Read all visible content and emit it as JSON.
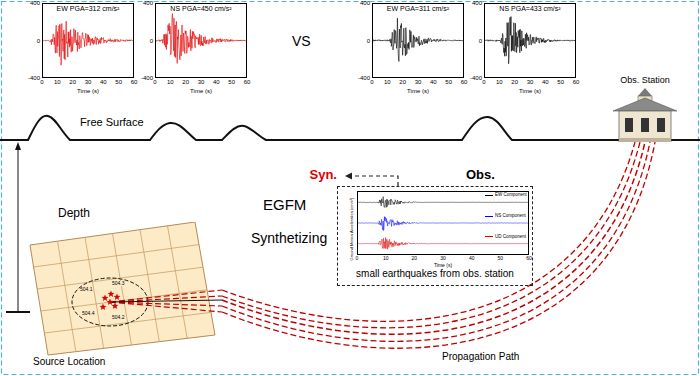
{
  "diagram": {
    "nodes": [
      {
        "text": [
          "Syn."
        ]
      },
      {
        "text": [
          "EW PGA=312 cm/s²",
          "Time (s)"
        ],
        "in": 0
      },
      {
        "text": [
          "NS PGA=450 cm/s²",
          "Time (s)"
        ],
        "in": 0
      },
      {
        "text": [
          "EW PGA=311 cm/s²",
          "Time (s)"
        ]
      },
      {
        "text": [
          "NS PGA=433 cm/s²",
          "Time (s)"
        ]
      },
      {
        "text": [
          "EGFM",
          "Synthetizing",
          "small earthquakes from obs. station"
        ]
      },
      {
        "text": [
          "Ground Motion Acceleration (cm/s²)",
          "Time (s)"
        ],
        "in": 5
      },
      {
        "text": [
          "Source Location"
        ]
      },
      {
        "text": [
          "Obs. Station"
        ]
      }
    ],
    "edges": [
      {
        "from": 5,
        "to": 0,
        "arrow": "to"
      },
      {
        "from": 7,
        "to": 8,
        "arrow": "none"
      }
    ],
    "labels": [
      "VS",
      "Obs.",
      "Free Surface",
      "Depth",
      "Propagation Path",
      "400",
      "0",
      "-400",
      "0",
      "10",
      "20",
      "30",
      "40",
      "50",
      "60",
      "400",
      "0",
      "-400",
      "0",
      "10",
      "20",
      "30",
      "40",
      "50",
      "60",
      "400",
      "0",
      "-400",
      "0",
      "10",
      "20",
      "30",
      "40",
      "50",
      "60",
      "400",
      "0",
      "-400",
      "0",
      "10",
      "20",
      "30",
      "40",
      "50",
      "60",
      "0",
      "10",
      "20",
      "30",
      "40",
      "50",
      "60",
      "504.1",
      "504.3",
      "504.4",
      "504.2"
    ],
    "legend": [
      {
        "text": "EW Component"
      },
      {
        "text": "NS Component"
      },
      {
        "text": "UD Component"
      }
    ]
  }
}
